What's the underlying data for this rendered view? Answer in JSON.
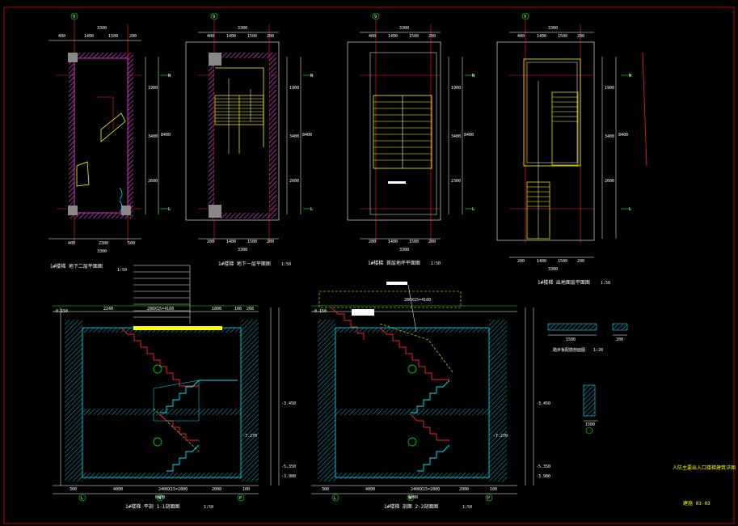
{
  "colors": {
    "background": "#000000",
    "frame": "#c00000",
    "wall": "#00e5ff",
    "hatch": "#ff40ff",
    "stair": "#ffff00",
    "axis": "#ff2020",
    "grid": "#00ff00",
    "text": "#ffffff"
  },
  "plans": [
    {
      "title": "1#楼梯 地下二层平面图",
      "scale": "1:50",
      "top_dims": [
        "400",
        "1400",
        "1500",
        "200"
      ],
      "top_total": "3300",
      "bottom_dims": [
        "400",
        "2300",
        "500"
      ],
      "bottom_total": "3300",
      "side_dims": [
        "1900",
        "3400",
        "2600"
      ],
      "side_total": "8400",
      "axis_top": "9",
      "axis_bottom": [
        "N",
        "L"
      ]
    },
    {
      "title": "1#楼梯 地下一层平面图",
      "scale": "1:50",
      "top_dims": [
        "400",
        "1400",
        "1500",
        "200"
      ],
      "top_total": "3300",
      "bottom_dims": [
        "200",
        "1400",
        "1500",
        "200"
      ],
      "bottom_total": "3300",
      "side_dims": [
        "1900",
        "3400",
        "2600"
      ],
      "side_total": "8400",
      "axis_top": "9",
      "axis_bottom": [
        "N",
        "L"
      ]
    },
    {
      "title": "1#楼梯 首层地坪平面图",
      "scale": "1:50",
      "top_dims": [
        "400",
        "1400",
        "1500",
        "200"
      ],
      "top_total": "3300",
      "bottom_dims": [
        "200",
        "1400",
        "1500",
        "200"
      ],
      "bottom_total": "3300",
      "side_dims": [
        "1900",
        "3400",
        "2300"
      ],
      "side_total": "8400",
      "axis_top": "9",
      "axis_bottom": [
        "N",
        "L"
      ]
    },
    {
      "title": "1#楼梯 出地面层平面图",
      "scale": "1:50",
      "top_dims": [
        "400",
        "1400",
        "1500",
        "200"
      ],
      "top_total": "3300",
      "bottom_dims": [
        "200",
        "1400",
        "1500",
        "200"
      ],
      "bottom_total": "3300",
      "side_dims": [
        "1900",
        "3400",
        "2600"
      ],
      "side_total": "8400",
      "axis_top": "9",
      "axis_bottom": [
        "N",
        "L"
      ]
    }
  ],
  "sections": [
    {
      "title": "1#楼梯 平剖 1-1剖面图",
      "scale": "1:50",
      "top_dims": [
        "2240",
        "280X15=4160",
        "1800",
        "100",
        "260"
      ],
      "bottom_dims": [
        "300",
        "4000",
        "2400X15=2800",
        "2000",
        "100"
      ],
      "bottom_total": "8400",
      "level_top": "-0.150",
      "levels": [
        "-3.450",
        "-7.270",
        "-5.350",
        "-3.900"
      ],
      "axis_bottom": [
        "L",
        "N",
        "P"
      ]
    },
    {
      "title": "1#楼梯 剖面 2-2剖面图",
      "scale": "1:50",
      "top_dims": [
        "280X15=4160"
      ],
      "bottom_dims": [
        "300",
        "4000",
        "2400X15=2800",
        "2000",
        "100"
      ],
      "bottom_total": "8400",
      "level_top": "-0.150",
      "levels": [
        "-3.450",
        "-7.270",
        "-5.350",
        "-3.900"
      ],
      "axis_bottom": [
        "L",
        "N",
        "P"
      ]
    }
  ],
  "details": [
    {
      "title": "踏步板配筋剖面图",
      "scale": "1:20",
      "dim": "1500"
    },
    {
      "title": "",
      "scale": "",
      "dim": "200"
    },
    {
      "title": "",
      "scale": "",
      "dim": "1500"
    }
  ],
  "note": "人防主要出入口楼梯建筑详图",
  "drawing_no": "建施 03-03"
}
